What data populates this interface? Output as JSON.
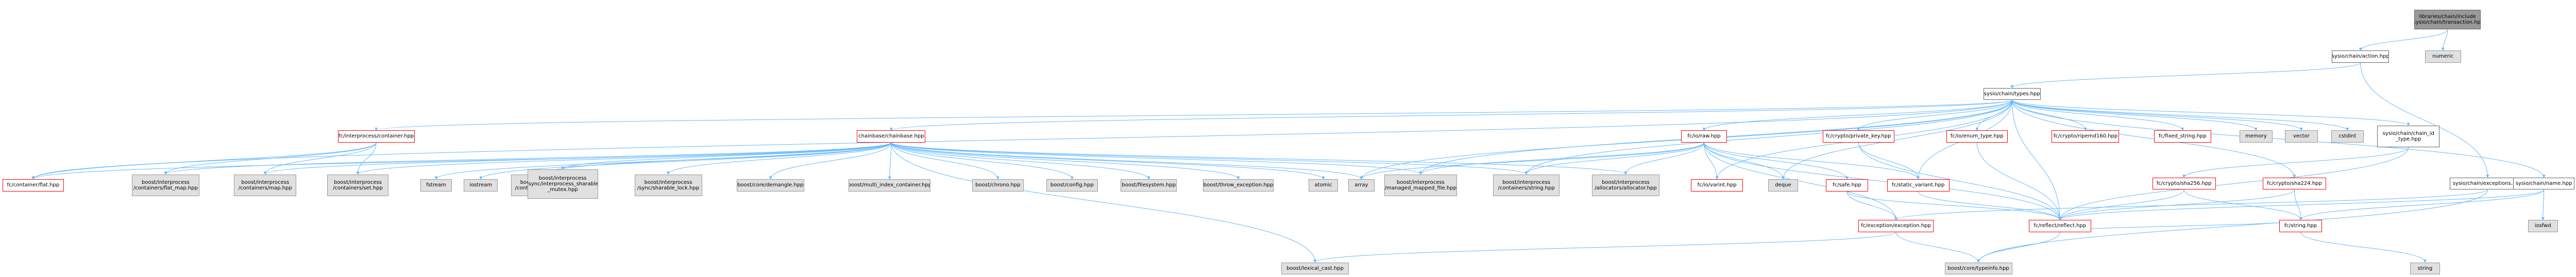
{
  "colors": {
    "edge": "#63b8ff",
    "root_fill": "#999999",
    "grey_fill": "#e0e0e0",
    "red_border": "#ff0000",
    "default_border": "#666666"
  },
  "nodes": [
    {
      "id": "root",
      "label": "libraries/chain/include\n/sysio/chain/transaction.hpp",
      "style": "root"
    },
    {
      "id": "action",
      "label": "sysio/chain/action.hpp",
      "style": "white"
    },
    {
      "id": "numeric",
      "label": "numeric",
      "style": "grey"
    },
    {
      "id": "types",
      "label": "sysio/chain/types.hpp",
      "style": "white"
    },
    {
      "id": "fc_ipc_container",
      "label": "fc/interprocess/container.hpp",
      "style": "red"
    },
    {
      "id": "chainbase",
      "label": "chainbase/chainbase.hpp",
      "style": "red"
    },
    {
      "id": "fc_io_raw",
      "label": "fc/io/raw.hpp",
      "style": "red"
    },
    {
      "id": "fc_private_key",
      "label": "fc/crypto/private_key.hpp",
      "style": "red"
    },
    {
      "id": "fc_enum_type",
      "label": "fc/io/enum_type.hpp",
      "style": "red"
    },
    {
      "id": "fc_ripemd160",
      "label": "fc/crypto/ripemd160.hpp",
      "style": "red"
    },
    {
      "id": "fc_fixed_string",
      "label": "fc/fixed_string.hpp",
      "style": "red"
    },
    {
      "id": "memory",
      "label": "memory",
      "style": "grey"
    },
    {
      "id": "vector",
      "label": "vector",
      "style": "grey"
    },
    {
      "id": "cstdint",
      "label": "cstdint",
      "style": "grey"
    },
    {
      "id": "chain_id_type",
      "label": "sysio/chain/chain_id\n_type.hpp",
      "style": "white"
    },
    {
      "id": "exceptions",
      "label": "sysio/chain/exceptions.hpp",
      "style": "white"
    },
    {
      "id": "name",
      "label": "sysio/chain/name.hpp",
      "style": "white"
    },
    {
      "id": "fc_flat",
      "label": "fc/container/flat.hpp",
      "style": "red"
    },
    {
      "id": "boost_ipc_flat_map",
      "label": "boost/interprocess\n/containers/flat_map.hpp",
      "style": "grey"
    },
    {
      "id": "boost_ipc_map",
      "label": "boost/interprocess\n/containers/map.hpp",
      "style": "grey"
    },
    {
      "id": "boost_ipc_set",
      "label": "boost/interprocess\n/containers/set.hpp",
      "style": "grey"
    },
    {
      "id": "fstream",
      "label": "fstream",
      "style": "grey"
    },
    {
      "id": "iostream",
      "label": "iostream",
      "style": "grey"
    },
    {
      "id": "boost_ipc_deque",
      "label": "boost/interprocess\n/containers/deque.hpp",
      "style": "grey"
    },
    {
      "id": "boost_ipc_sharable_mutex",
      "label": "boost/interprocess\n/sync/interprocess_sharable\n_mutex.hpp",
      "style": "grey"
    },
    {
      "id": "boost_ipc_sharable_lock",
      "label": "boost/interprocess\n/sync/sharable_lock.hpp",
      "style": "grey"
    },
    {
      "id": "boost_demangle",
      "label": "boost/core/demangle.hpp",
      "style": "grey"
    },
    {
      "id": "boost_multi_index",
      "label": "boost/multi_index_container.hpp",
      "style": "grey"
    },
    {
      "id": "boost_chrono",
      "label": "boost/chrono.hpp",
      "style": "grey"
    },
    {
      "id": "boost_config",
      "label": "boost/config.hpp",
      "style": "grey"
    },
    {
      "id": "boost_filesystem",
      "label": "boost/filesystem.hpp",
      "style": "grey"
    },
    {
      "id": "boost_throw_exception",
      "label": "boost/throw_exception.hpp",
      "style": "grey"
    },
    {
      "id": "atomic",
      "label": "atomic",
      "style": "grey"
    },
    {
      "id": "array",
      "label": "array",
      "style": "grey"
    },
    {
      "id": "boost_ipc_managed_mapped_file",
      "label": "boost/interprocess\n/managed_mapped_file.hpp",
      "style": "grey"
    },
    {
      "id": "boost_ipc_string",
      "label": "boost/interprocess\n/containers/string.hpp",
      "style": "grey"
    },
    {
      "id": "boost_ipc_allocator",
      "label": "boost/interprocess\n/allocators/allocator.hpp",
      "style": "grey"
    },
    {
      "id": "fc_io_varint",
      "label": "fc/io/varint.hpp",
      "style": "red"
    },
    {
      "id": "deque",
      "label": "deque",
      "style": "grey"
    },
    {
      "id": "fc_safe",
      "label": "fc/safe.hpp",
      "style": "red"
    },
    {
      "id": "fc_static_variant",
      "label": "fc/static_variant.hpp",
      "style": "red"
    },
    {
      "id": "fc_sha256",
      "label": "fc/crypto/sha256.hpp",
      "style": "red"
    },
    {
      "id": "fc_sha224",
      "label": "fc/crypto/sha224.hpp",
      "style": "red"
    },
    {
      "id": "fc_exception",
      "label": "fc/exception/exception.hpp",
      "style": "red"
    },
    {
      "id": "fc_reflect",
      "label": "fc/reflect/reflect.hpp",
      "style": "red"
    },
    {
      "id": "fc_string",
      "label": "fc/string.hpp",
      "style": "red"
    },
    {
      "id": "iosfwd",
      "label": "iosfwd",
      "style": "grey"
    },
    {
      "id": "boost_lexical_cast",
      "label": "boost/lexical_cast.hpp",
      "style": "grey"
    },
    {
      "id": "boost_typeinfo",
      "label": "boost/core/typeinfo.hpp",
      "style": "grey"
    },
    {
      "id": "string",
      "label": "string",
      "style": "grey"
    }
  ],
  "edges": [
    [
      "root",
      "action"
    ],
    [
      "root",
      "numeric"
    ],
    [
      "action",
      "types"
    ],
    [
      "action",
      "exceptions"
    ],
    [
      "types",
      "fc_ipc_container"
    ],
    [
      "types",
      "chainbase"
    ],
    [
      "types",
      "fc_io_raw"
    ],
    [
      "types",
      "fc_private_key"
    ],
    [
      "types",
      "fc_enum_type"
    ],
    [
      "types",
      "fc_ripemd160"
    ],
    [
      "types",
      "fc_fixed_string"
    ],
    [
      "types",
      "memory"
    ],
    [
      "types",
      "vector"
    ],
    [
      "types",
      "cstdint"
    ],
    [
      "types",
      "chain_id_type"
    ],
    [
      "types",
      "name"
    ],
    [
      "types",
      "fc_flat"
    ],
    [
      "types",
      "fc_io_varint"
    ],
    [
      "types",
      "fc_sha224"
    ],
    [
      "types",
      "fc_static_variant"
    ],
    [
      "types",
      "fc_reflect"
    ],
    [
      "types",
      "boost_ipc_managed_mapped_file"
    ],
    [
      "types",
      "boost_ipc_string"
    ],
    [
      "types",
      "array"
    ],
    [
      "types",
      "deque"
    ],
    [
      "fc_ipc_container",
      "boost_ipc_flat_map"
    ],
    [
      "fc_ipc_container",
      "boost_ipc_map"
    ],
    [
      "fc_ipc_container",
      "boost_ipc_set"
    ],
    [
      "fc_ipc_container",
      "fc_flat"
    ],
    [
      "chainbase",
      "fc_flat"
    ],
    [
      "chainbase",
      "boost_ipc_flat_map"
    ],
    [
      "chainbase",
      "boost_ipc_map"
    ],
    [
      "chainbase",
      "boost_ipc_set"
    ],
    [
      "chainbase",
      "fstream"
    ],
    [
      "chainbase",
      "iostream"
    ],
    [
      "chainbase",
      "boost_ipc_deque"
    ],
    [
      "chainbase",
      "boost_ipc_sharable_mutex"
    ],
    [
      "chainbase",
      "boost_ipc_sharable_lock"
    ],
    [
      "chainbase",
      "boost_demangle"
    ],
    [
      "chainbase",
      "boost_multi_index"
    ],
    [
      "chainbase",
      "boost_chrono"
    ],
    [
      "chainbase",
      "boost_config"
    ],
    [
      "chainbase",
      "boost_filesystem"
    ],
    [
      "chainbase",
      "boost_throw_exception"
    ],
    [
      "chainbase",
      "atomic"
    ],
    [
      "chainbase",
      "array"
    ],
    [
      "chainbase",
      "boost_ipc_managed_mapped_file"
    ],
    [
      "chainbase",
      "boost_ipc_string"
    ],
    [
      "chainbase",
      "boost_ipc_allocator"
    ],
    [
      "chainbase",
      "boost_lexical_cast"
    ],
    [
      "fc_io_raw",
      "fc_io_varint"
    ],
    [
      "fc_io_raw",
      "deque"
    ],
    [
      "fc_io_raw",
      "array"
    ],
    [
      "fc_io_raw",
      "fc_safe"
    ],
    [
      "fc_io_raw",
      "fc_static_variant"
    ],
    [
      "fc_io_raw",
      "fc_exception"
    ],
    [
      "fc_io_raw",
      "fc_reflect"
    ],
    [
      "fc_io_raw",
      "boost_ipc_managed_mapped_file"
    ],
    [
      "fc_io_raw",
      "boost_ipc_string"
    ],
    [
      "fc_io_raw",
      "boost_ipc_allocator"
    ],
    [
      "fc_private_key",
      "fc_static_variant"
    ],
    [
      "fc_private_key",
      "fc_reflect"
    ],
    [
      "fc_enum_type",
      "fc_reflect"
    ],
    [
      "chain_id_type",
      "fc_sha256"
    ],
    [
      "chain_id_type",
      "fc_reflect"
    ],
    [
      "exceptions",
      "fc_exception"
    ],
    [
      "exceptions",
      "boost_typeinfo"
    ],
    [
      "name",
      "iosfwd"
    ],
    [
      "name",
      "fc_reflect"
    ],
    [
      "name",
      "fc_string"
    ],
    [
      "fc_safe",
      "fc_exception"
    ],
    [
      "fc_safe",
      "fc_reflect"
    ],
    [
      "fc_static_variant",
      "fc_reflect"
    ],
    [
      "fc_sha256",
      "fc_string"
    ],
    [
      "fc_sha256",
      "fc_reflect"
    ],
    [
      "fc_sha224",
      "fc_string"
    ],
    [
      "fc_sha224",
      "fc_reflect"
    ],
    [
      "fc_exception",
      "boost_lexical_cast"
    ],
    [
      "fc_exception",
      "boost_typeinfo"
    ],
    [
      "fc_reflect",
      "fc_string"
    ],
    [
      "fc_reflect",
      "boost_typeinfo"
    ],
    [
      "fc_string",
      "string"
    ]
  ]
}
